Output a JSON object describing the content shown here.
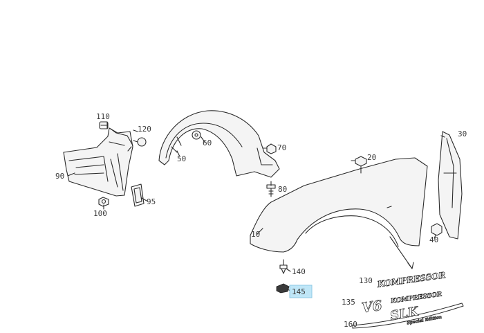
{
  "diagram": {
    "highlight_color": "#bfe6f7",
    "line_color": "#2b2b2b",
    "callouts": {
      "c10": "10",
      "c20": "20",
      "c30": "30",
      "c40": "40",
      "c50": "50",
      "c60": "60",
      "c70": "70",
      "c80": "80",
      "c90": "90",
      "c95": "95",
      "c100": "100",
      "c110": "110",
      "c120": "120",
      "c130": "130",
      "c135": "135",
      "c140": "140",
      "c145": "145",
      "c160": "160"
    },
    "emblems": {
      "kompressor_1": "KOMPRESSOR",
      "v6": "V6",
      "kompressor_2": "KOMPRESSOR",
      "slk": "SLK",
      "special_edition": "Special Edition"
    }
  }
}
